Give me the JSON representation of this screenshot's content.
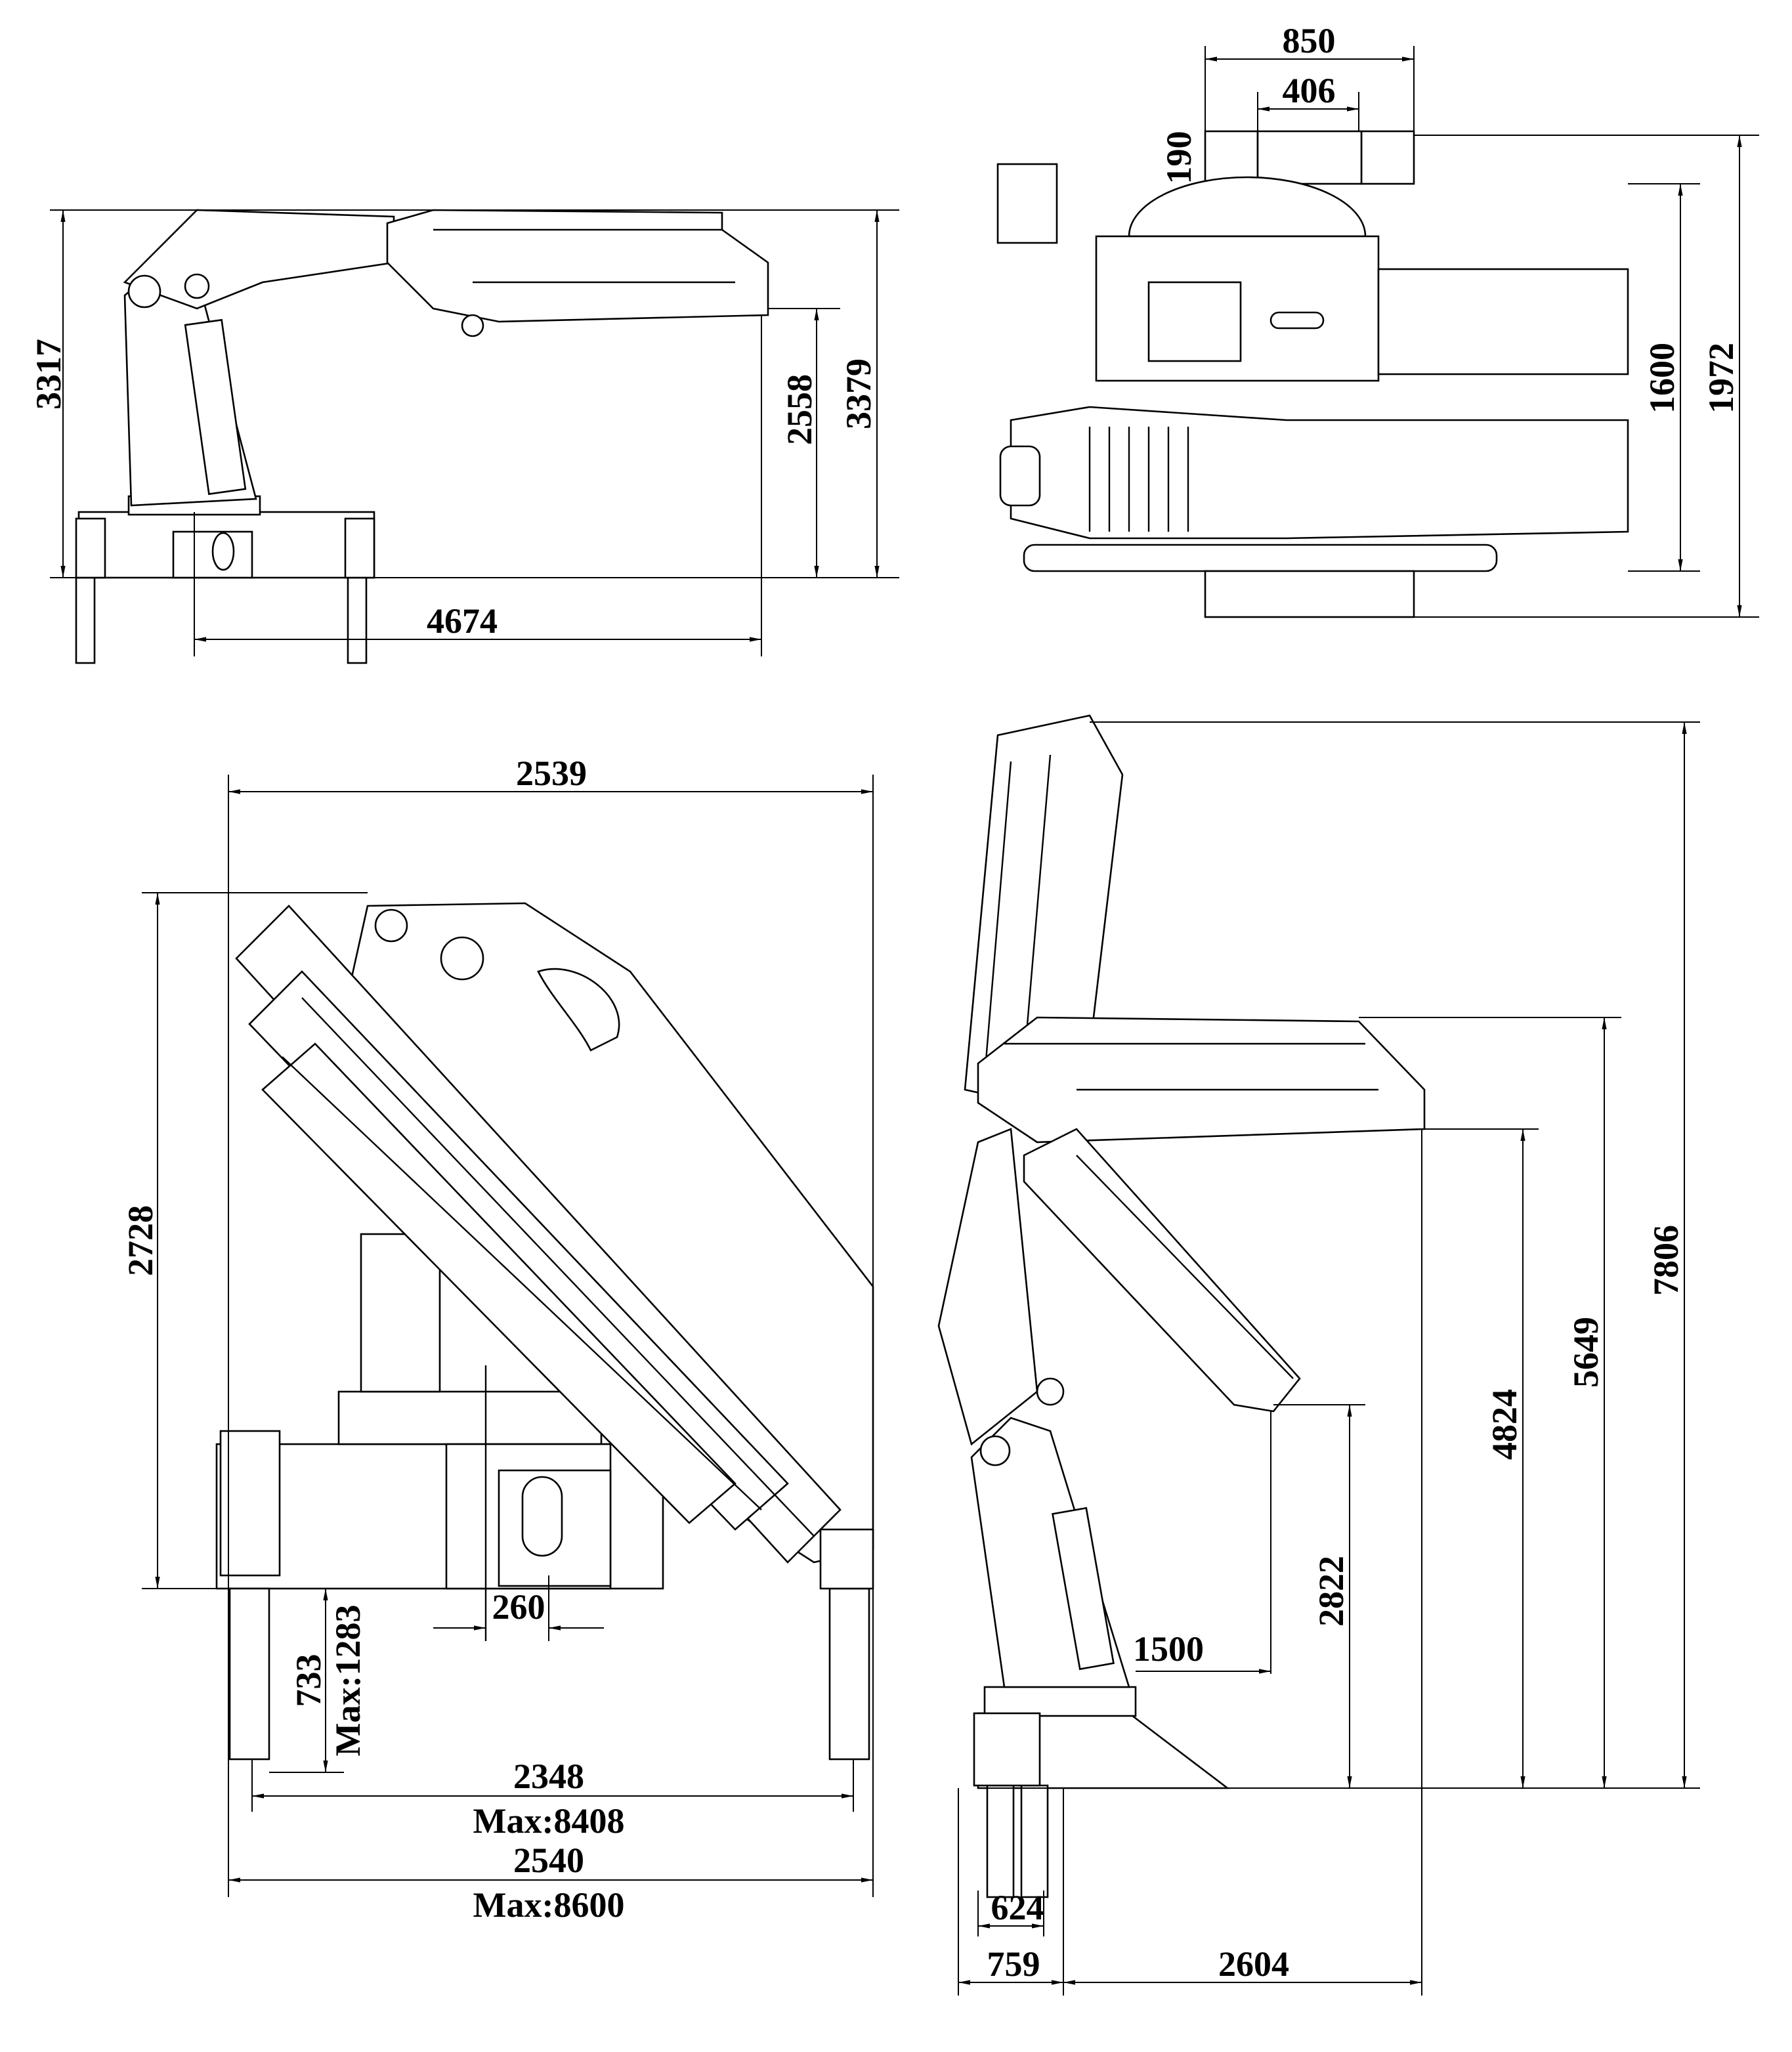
{
  "drawing": {
    "side_view_folded": {
      "height_total": "3317",
      "hook_height": "2558",
      "boom_height": "3379",
      "reach_length": "4674"
    },
    "top_view": {
      "width_outer": "850",
      "width_inner": "406",
      "offset": "190",
      "depth_inner": "1600",
      "depth_outer": "1972"
    },
    "front_view": {
      "width_top": "2539",
      "height": "2728",
      "center_offset": "260",
      "leg_stroke": "733",
      "leg_stroke_max": "Max:1283",
      "outrigger_span": "2348",
      "outrigger_span_max": "Max:8408",
      "overall_width": "2540",
      "overall_width_max": "Max:8600"
    },
    "working_view": {
      "max_height": "7806",
      "horizontal_height": "5649",
      "tip_height": "4824",
      "low_height": "2822",
      "min_reach": "1500",
      "leg_width": "624",
      "base_width": "759",
      "reach": "2604"
    }
  }
}
